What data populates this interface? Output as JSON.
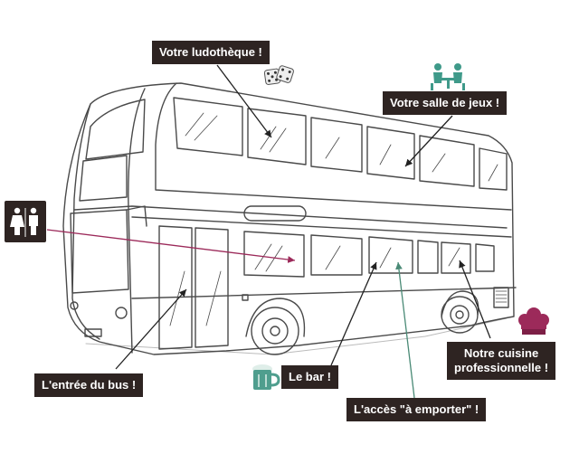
{
  "labels": {
    "ludotheque": "Votre ludothèque !",
    "salle_jeux": "Votre salle de jeux !",
    "entree": "L'entrée du bus !",
    "bar": "Le bar !",
    "emporter": "L'accès \"à emporter\" !",
    "cuisine_line1": "Notre cuisine",
    "cuisine_line2": "professionnelle !"
  },
  "icons": {
    "dice": "dice-icon",
    "players": "board-game-players-icon",
    "toilets": "toilets-icon",
    "beer": "beer-mug-icon",
    "chef_hat": "chef-hat-icon"
  },
  "colors": {
    "label_bg": "#2e2422",
    "label_text": "#ffffff",
    "toilets_arrow": "#9c2a5a",
    "emporter_arrow": "#4a8a76",
    "players_icon": "#3f9a8a",
    "beer_icon": "#4f9e8e",
    "chef_hat_icon": "#9c2a5a",
    "bus_line": "#4a4a4a"
  }
}
